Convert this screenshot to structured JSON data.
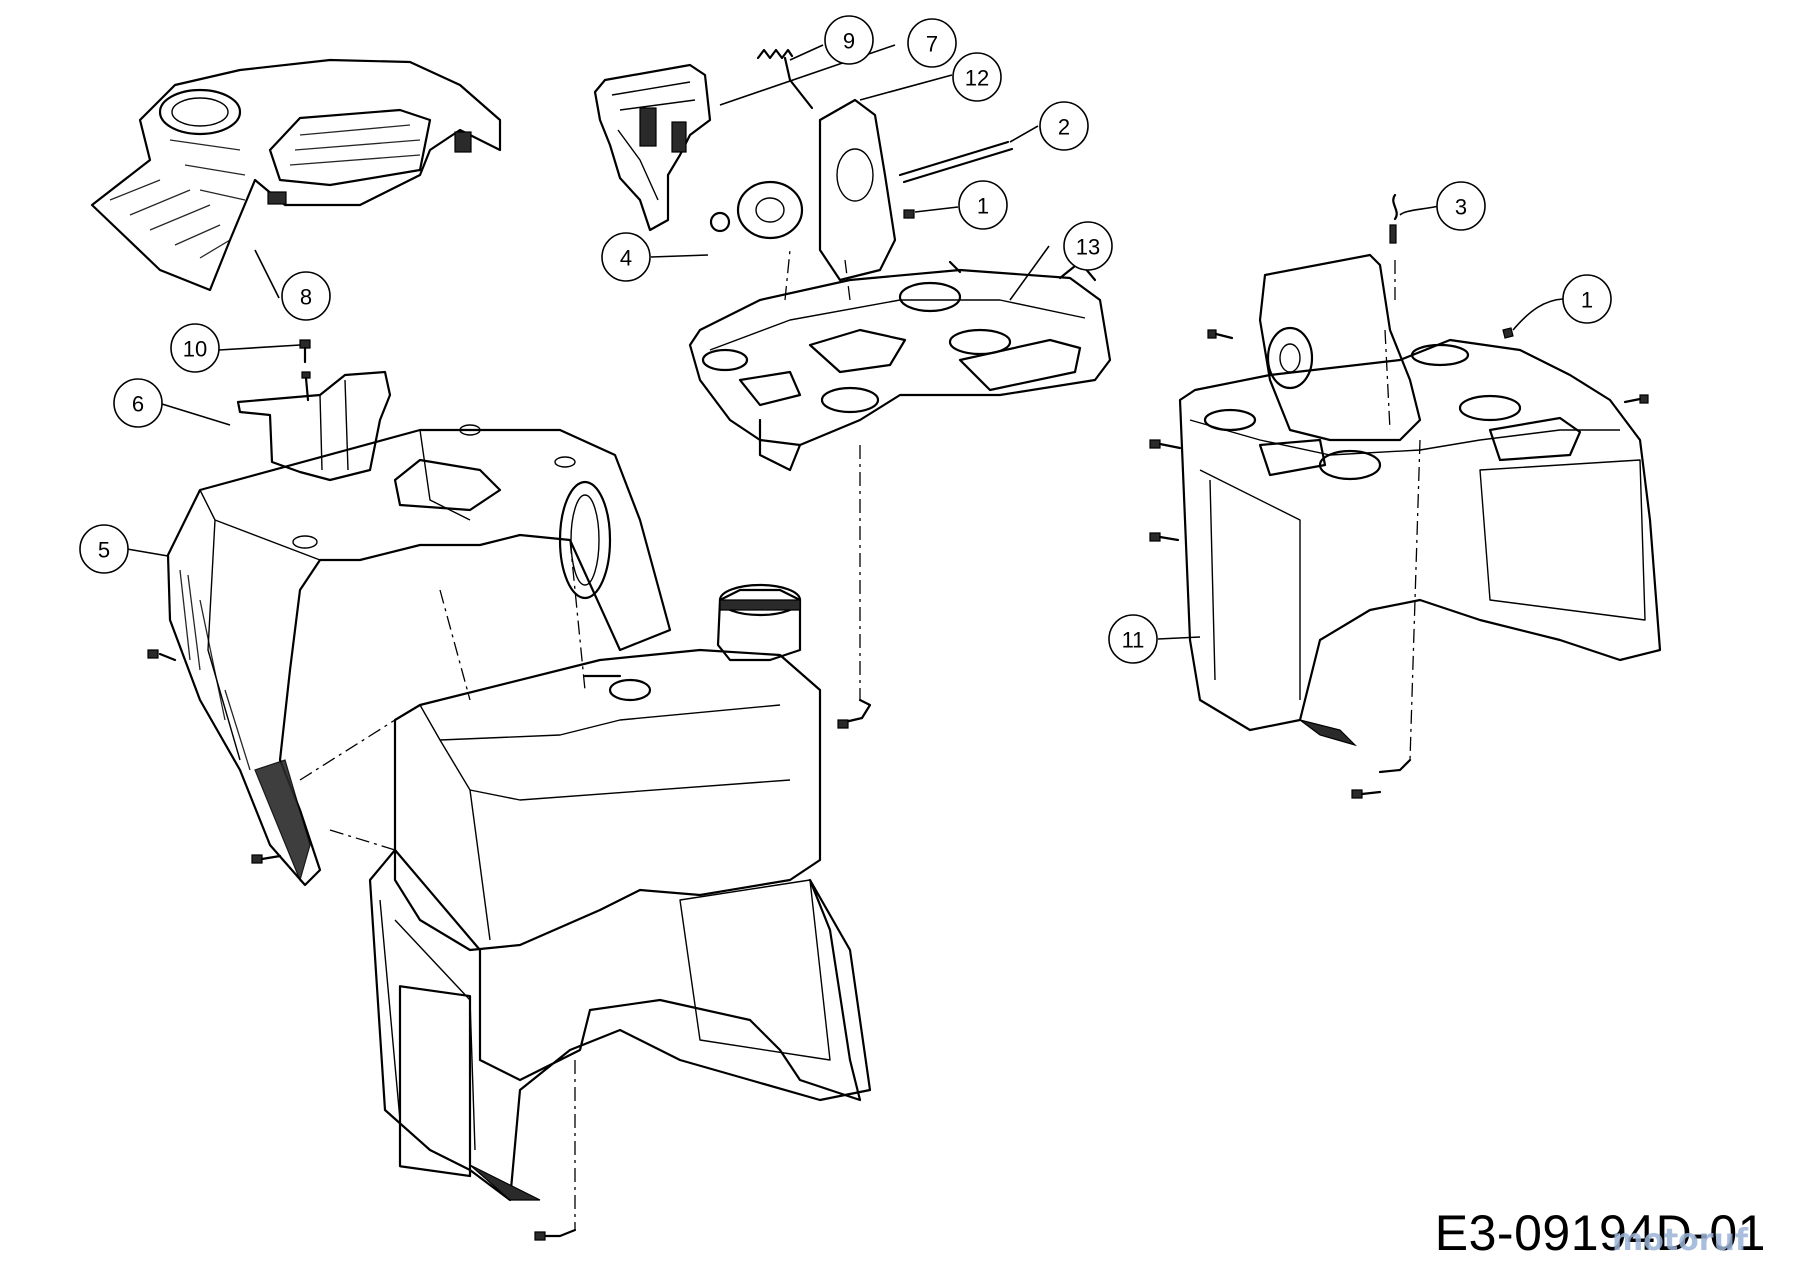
{
  "callouts": [
    {
      "id": "c1a",
      "label": "1"
    },
    {
      "id": "c1b",
      "label": "1"
    },
    {
      "id": "c2",
      "label": "2"
    },
    {
      "id": "c3",
      "label": "3"
    },
    {
      "id": "c4",
      "label": "4"
    },
    {
      "id": "c5",
      "label": "5"
    },
    {
      "id": "c6",
      "label": "6"
    },
    {
      "id": "c7",
      "label": "7"
    },
    {
      "id": "c8",
      "label": "8"
    },
    {
      "id": "c9",
      "label": "9"
    },
    {
      "id": "c10",
      "label": "10"
    },
    {
      "id": "c11",
      "label": "11"
    },
    {
      "id": "c12",
      "label": "12"
    },
    {
      "id": "c13",
      "label": "13"
    }
  ],
  "drawing_code": "E3-09194D-01",
  "watermark": "motoruf"
}
